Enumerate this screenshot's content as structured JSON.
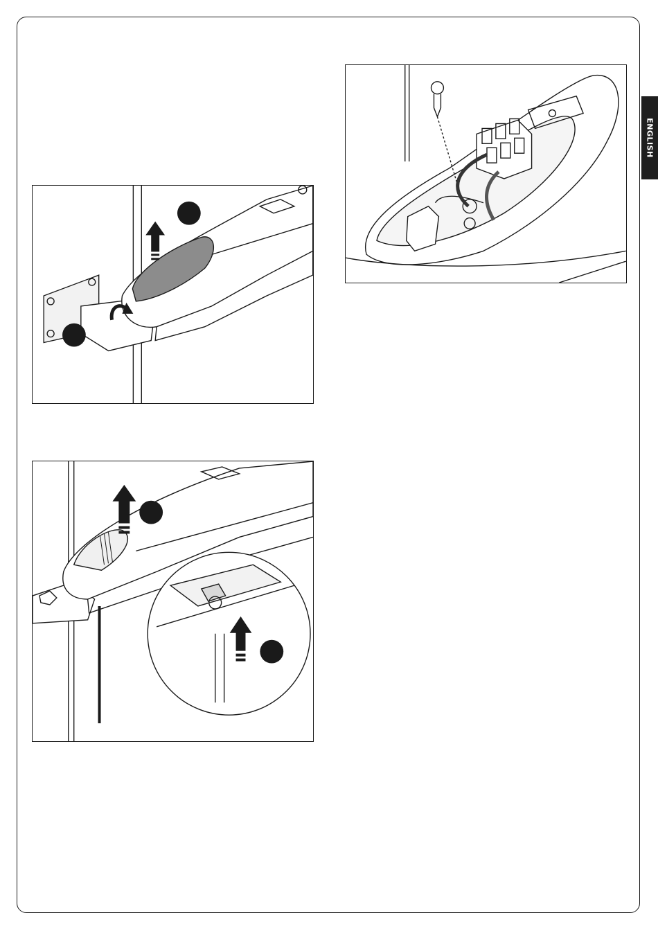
{
  "language_tab": {
    "label": "ENGLISH",
    "color": "#1f1f1f"
  },
  "figures": [
    {
      "id": "fig1",
      "icon": "remove-cover-illustration",
      "step_markers": 2
    },
    {
      "id": "fig2",
      "icon": "cable-insertion-illustration",
      "step_markers": 2
    },
    {
      "id": "fig3",
      "icon": "terminal-board-wiring-illustration",
      "step_markers": 0
    }
  ]
}
